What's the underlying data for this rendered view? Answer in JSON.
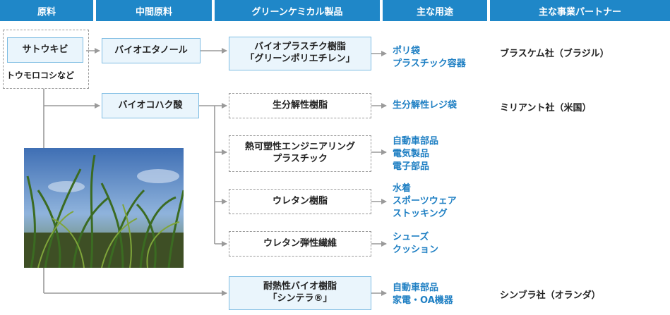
{
  "headers": [
    "原料",
    "中間原料",
    "グリーンケミカル製品",
    "主な用途",
    "主な事業パートナー"
  ],
  "raw": {
    "main": "サトウキビ",
    "sub": "トウモロコシなど"
  },
  "intermediate": [
    "バイオエタノール",
    "バイオコハク酸"
  ],
  "products": [
    [
      "バイオプラスチク樹脂",
      "「グリーンポリエチレン」"
    ],
    [
      "生分解性樹脂"
    ],
    [
      "熱可塑性エンジニアリング",
      "プラスチック"
    ],
    [
      "ウレタン樹脂"
    ],
    [
      "ウレタン弾性繊維"
    ],
    [
      "耐熱性バイオ樹脂",
      "「シンテラ®」"
    ]
  ],
  "uses": [
    [
      "ポリ袋",
      "プラスチック容器"
    ],
    [
      "生分解性レジ袋"
    ],
    [
      "自動車部品",
      "電気製品",
      "電子部品"
    ],
    [
      "水着",
      "スポーツウェア",
      "ストッキング"
    ],
    [
      "シューズ",
      "クッション"
    ],
    [
      "自動車部品",
      "家電・OA機器"
    ]
  ],
  "partners": [
    "ブラスケム社（ブラジル）",
    "ミリアント社（米国）",
    "シンブラ社（オランダ）"
  ],
  "colors": {
    "header_bg": "#1f87c8",
    "use_text": "#1e7fc3",
    "box_fill": "#eaf5fc",
    "line": "#9a9a9a"
  },
  "photo": {
    "icon": "sugarcane-photo"
  }
}
